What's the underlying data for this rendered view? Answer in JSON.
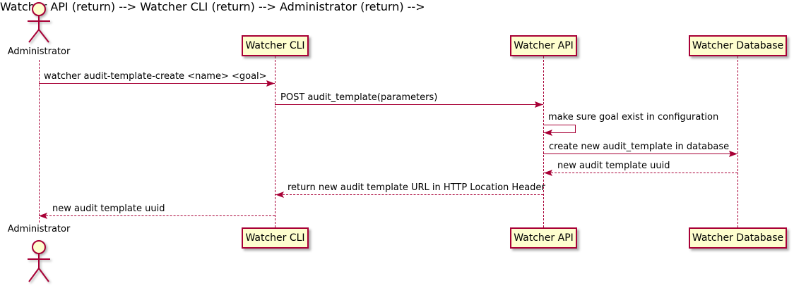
{
  "diagram": {
    "type": "uml-sequence",
    "actor": {
      "label": "Administrator"
    },
    "participants": [
      {
        "label": "Watcher CLI"
      },
      {
        "label": "Watcher API"
      },
      {
        "label": "Watcher Database"
      }
    ],
    "messages": [
      {
        "from": "Administrator",
        "to": "Watcher CLI",
        "style": "solid",
        "text": "watcher audit-template-create <name> <goal>"
      },
      {
        "from": "Watcher CLI",
        "to": "Watcher API",
        "style": "solid",
        "text": "POST audit_template(parameters)"
      },
      {
        "from": "Watcher API",
        "to": "Watcher API",
        "style": "self",
        "text": "make sure goal exist in configuration"
      },
      {
        "from": "Watcher API",
        "to": "Watcher Database",
        "style": "solid",
        "text": "create new audit_template in database"
      },
      {
        "from": "Watcher Database",
        "to": "Watcher API",
        "style": "dashed",
        "text": "new audit template uuid"
      },
      {
        "from": "Watcher API",
        "to": "Watcher CLI",
        "style": "dashed",
        "text": "return new audit template URL in HTTP Location Header"
      },
      {
        "from": "Watcher CLI",
        "to": "Administrator",
        "style": "dashed",
        "text": "new audit template uuid"
      }
    ],
    "colors": {
      "line": "#A80036",
      "box_fill": "#FEFECE",
      "text": "#000000",
      "background": "#ffffff"
    }
  }
}
